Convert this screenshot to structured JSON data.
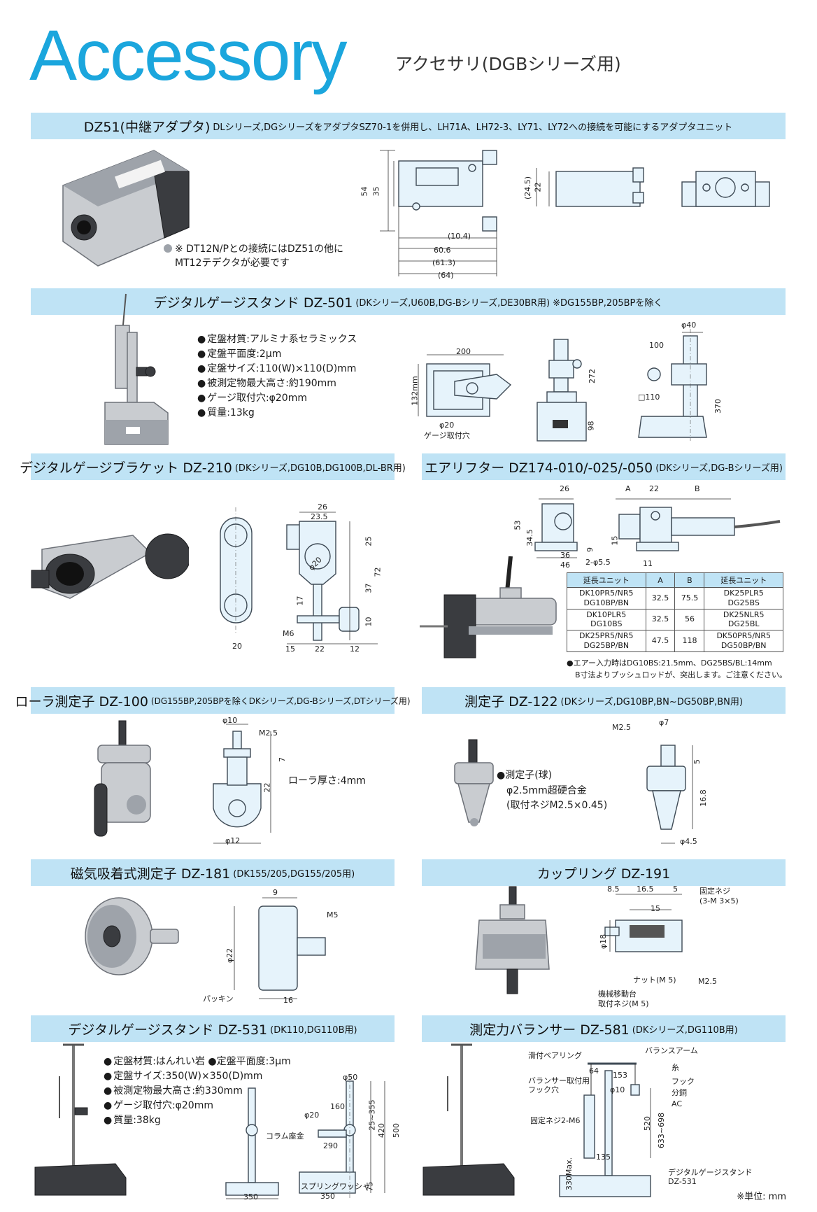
{
  "header": {
    "title": "Accessory",
    "subtitle": "アクセサリ(DGBシリーズ用)"
  },
  "dz51": {
    "bar_title": "DZ51(中継アダプタ)",
    "bar_note": "DLシリーズ,DGシリーズをアダプタSZ70-1を併用し、LH71A、LH72-3、LY71、LY72への接続を可能にするアダプタユニット",
    "note_line1": "※ DT12N/Pとの接続にはDZ51の他に",
    "note_line2": "MT12テデクタが必要です",
    "dims": {
      "d54": "54",
      "d35": "35",
      "d104": "(10.4)",
      "d606": "60.6",
      "d613": "(61.3)",
      "d64": "(64)",
      "d245": "(24.5)",
      "d22": "22"
    }
  },
  "dz501": {
    "bar_title": "デジタルゲージスタンド DZ-501",
    "bar_note": "(DKシリーズ,U60B,DG-Bシリーズ,DE30BR用) ※DG155BP,205BPを除く",
    "specs": [
      "定盤材質:アルミナ系セラミックス",
      "定盤平面度:2μm",
      "定盤サイズ:110(W)×110(D)mm",
      "被測定物最大高さ:約190mm",
      "ゲージ取付穴:φ20mm",
      "質量:13kg"
    ],
    "dims": {
      "d200": "200",
      "d132": "132mm",
      "d20": "φ20",
      "hole": "ゲージ取付穴",
      "d272": "272",
      "d98": "98",
      "d40": "φ40",
      "d100": "100",
      "d110": "□110",
      "d370": "370"
    }
  },
  "dz210": {
    "bar_title": "デジタルゲージブラケット DZ-210",
    "bar_note": "(DKシリーズ,DG10B,DG100B,DL-BR用)",
    "dims": {
      "d26": "26",
      "d235": "23.5",
      "d25": "25",
      "d72": "72",
      "d37": "37",
      "d10": "10",
      "d17": "17",
      "phi20": "φ20",
      "m6": "M6",
      "d20": "20",
      "d15": "15",
      "d22": "22",
      "d12": "12"
    }
  },
  "dz174": {
    "bar_title": "エアリフター DZ174-010/-025/-050",
    "bar_note": "(DKシリーズ,DG-Bシリーズ用)",
    "dims": {
      "d26": "26",
      "d53": "53",
      "d345": "34.5",
      "d36": "36",
      "d46": "46",
      "d9": "9",
      "hole": "2-φ5.5",
      "a": "A",
      "d22": "22",
      "b": "B",
      "d15": "15",
      "d11": "11"
    },
    "table": {
      "headers": [
        "延長ユニット",
        "A",
        "B",
        "延長ユニット"
      ],
      "rows": [
        [
          "DK10PR5/NR5",
          "DG10BP/BN",
          "32.5",
          "75.5",
          "DK25PLR5",
          "DG25BS"
        ],
        [
          "DK10PLR5",
          "DG10BS",
          "32.5",
          "56",
          "DK25NLR5",
          "DG25BL"
        ],
        [
          "DK25PR5/NR5",
          "DG25BP/BN",
          "47.5",
          "118",
          "DK50PR5/NR5",
          "DG50BP/BN"
        ]
      ]
    },
    "note_line1": "●エアー入力時はDG10BS:21.5mm、DG25BS/BL:14mm",
    "note_line2": "B寸法よりプッシュロッドが、突出します。ご注意ください。"
  },
  "dz100": {
    "bar_title": "ローラ測定子 DZ-100",
    "bar_note": "(DG155BP,205BPを除くDKシリーズ,DG-Bシリーズ,DTシリーズ用)",
    "roller_note": "ローラ厚さ:4mm",
    "dims": {
      "phi10": "φ10",
      "m25": "M2.5",
      "d7": "7",
      "d22": "22",
      "phi12": "φ12"
    }
  },
  "dz122": {
    "bar_title": "測定子 DZ-122",
    "bar_note": "(DKシリーズ,DG10BP,BN~DG50BP,BN用)",
    "spec_line1": "●測定子(球)",
    "spec_line2": "φ2.5mm超硬合金",
    "spec_line3": "(取付ネジM2.5×0.45)",
    "dims": {
      "m25": "M2.5",
      "phi7": "φ7",
      "d5": "5",
      "d168": "16.8",
      "phi45": "φ4.5"
    }
  },
  "dz181": {
    "bar_title": "磁気吸着式測定子 DZ-181",
    "bar_note": "(DK155/205,DG155/205用)",
    "dims": {
      "d9": "9",
      "m5": "M5",
      "phi22": "φ22",
      "packing": "パッキン",
      "d16": "16"
    }
  },
  "dz191": {
    "bar_title": "カップリング DZ-191",
    "dims": {
      "d85": "8.5",
      "d165": "16.5",
      "d5": "5",
      "d15": "15",
      "screw1": "固定ネジ",
      "screw2": "(3-M 3×5)",
      "phi18": "φ18",
      "nut": "ナット(M 5)",
      "m25": "M2.5",
      "stage1": "機械移動台",
      "stage2": "取付ネジ(M 5)"
    }
  },
  "dz531": {
    "bar_title": "デジタルゲージスタンド DZ-531",
    "bar_note": "(DK110,DG110B用)",
    "specs": [
      "定盤材質:はんれい岩 ●定盤平面度:3μm",
      "定盤サイズ:350(W)×350(D)mm",
      "被測定物最大高さ:約330mm",
      "ゲージ取付穴:φ20mm",
      "質量:38kg"
    ],
    "dims": {
      "phi50": "φ50",
      "d160": "160",
      "phi20": "φ20",
      "d25355": "25~355",
      "d420": "420",
      "d500": "500",
      "column": "コラム座金",
      "d290": "290",
      "d350a": "350",
      "spring": "スプリングワッシャ",
      "d350b": "350",
      "d75": "75"
    }
  },
  "dz581": {
    "bar_title": "測定力バランサー DZ-581",
    "bar_note": "(DKシリーズ,DG110B用)",
    "dims": {
      "bearing": "滑付ベアリング",
      "arm": "バランスアーム",
      "d64": "64",
      "d153": "153",
      "thread": "糸",
      "mount1": "バランサー取付用",
      "mount2": "フック穴",
      "hook": "フック",
      "phi10": "φ10",
      "weight": "分銅",
      "ac": "AC",
      "screw": "固定ネジ2-M6",
      "d520": "520",
      "d633": "633~698",
      "d135": "135",
      "d330": "330Max.",
      "stand1": "デジタルゲージスタンド",
      "stand2": "DZ-531"
    }
  },
  "footer": {
    "unit": "※単位: mm"
  }
}
